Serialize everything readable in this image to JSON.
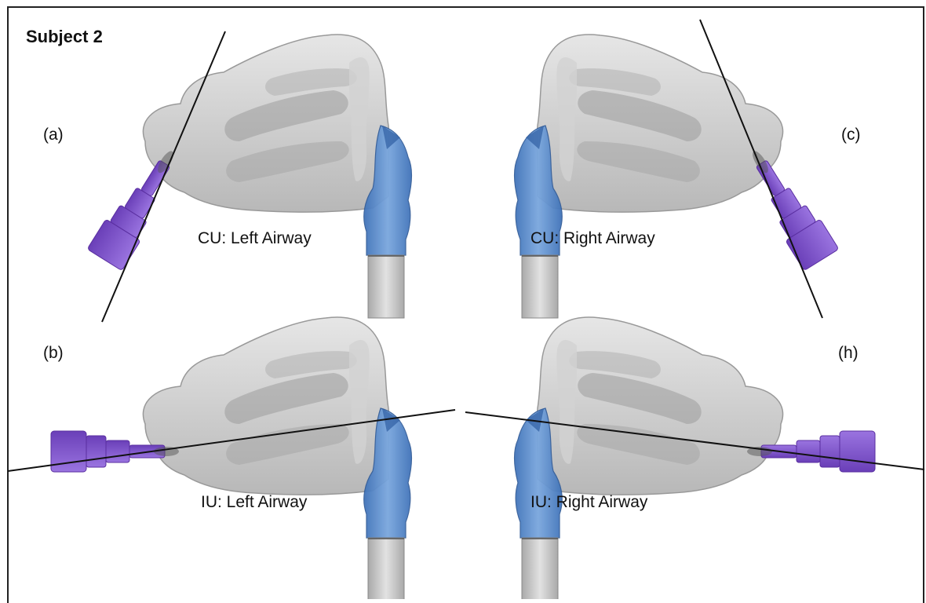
{
  "figure": {
    "title": "Subject 2",
    "panels": [
      {
        "letter": "(a)",
        "caption": "CU: Left Airway"
      },
      {
        "letter": "(c)",
        "caption": "CU: Right Airway"
      },
      {
        "letter": "(b)",
        "caption": "IU: Left Airway"
      },
      {
        "letter": "(h)",
        "caption": "IU: Right Airway"
      }
    ]
  },
  "colors": {
    "airway_gray": "#bdbdbd",
    "pharynx_blue": "#5b8fd0",
    "device_purple": "#7b4fc9",
    "axis_line": "#111111",
    "tube_gray": "#c8c8c8"
  }
}
